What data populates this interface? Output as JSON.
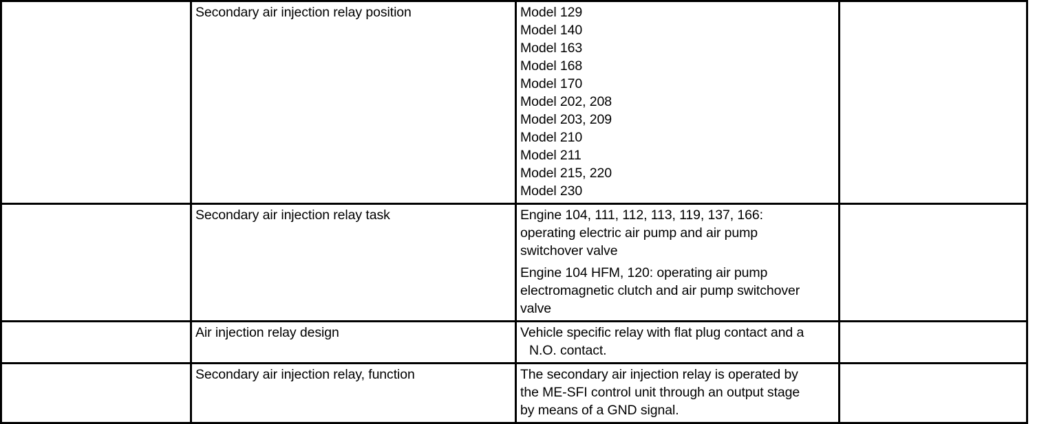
{
  "document": {
    "type": "specification-table",
    "background_color": "#ffffff",
    "text_color": "#000000",
    "border_color": "#000000"
  },
  "table": {
    "columns": 4,
    "rows": [
      {
        "col1": "",
        "label": "Secondary air injection relay position",
        "value_lines": [
          "Model 129",
          "Model 140",
          "Model 163",
          "Model 168",
          "Model 170",
          "Model 202, 208",
          "Model 203, 209",
          "Model 210",
          "Model 211",
          "Model 215, 220",
          "Model 230"
        ],
        "col4": ""
      },
      {
        "col1": "",
        "label": "Secondary air injection relay task",
        "paragraphs": [
          [
            "Engine 104, 111, 112, 113, 119, 137, 166:",
            "operating electric air pump and air pump",
            "switchover valve"
          ],
          [
            "Engine 104 HFM, 120: operating air pump",
            "electromagnetic clutch and air pump switchover",
            "valve"
          ]
        ],
        "col4": ""
      },
      {
        "col1": "",
        "label": "Air injection relay design",
        "value_lines": [
          "Vehicle specific relay with flat plug contact and a",
          "N.O. contact."
        ],
        "col4": ""
      },
      {
        "col1": "",
        "label": "Secondary air injection relay, function",
        "value_lines": [
          "The secondary air injection relay is operated by",
          "the ME-SFI control unit through an output stage",
          "by means of a GND signal."
        ],
        "col4": ""
      }
    ]
  }
}
